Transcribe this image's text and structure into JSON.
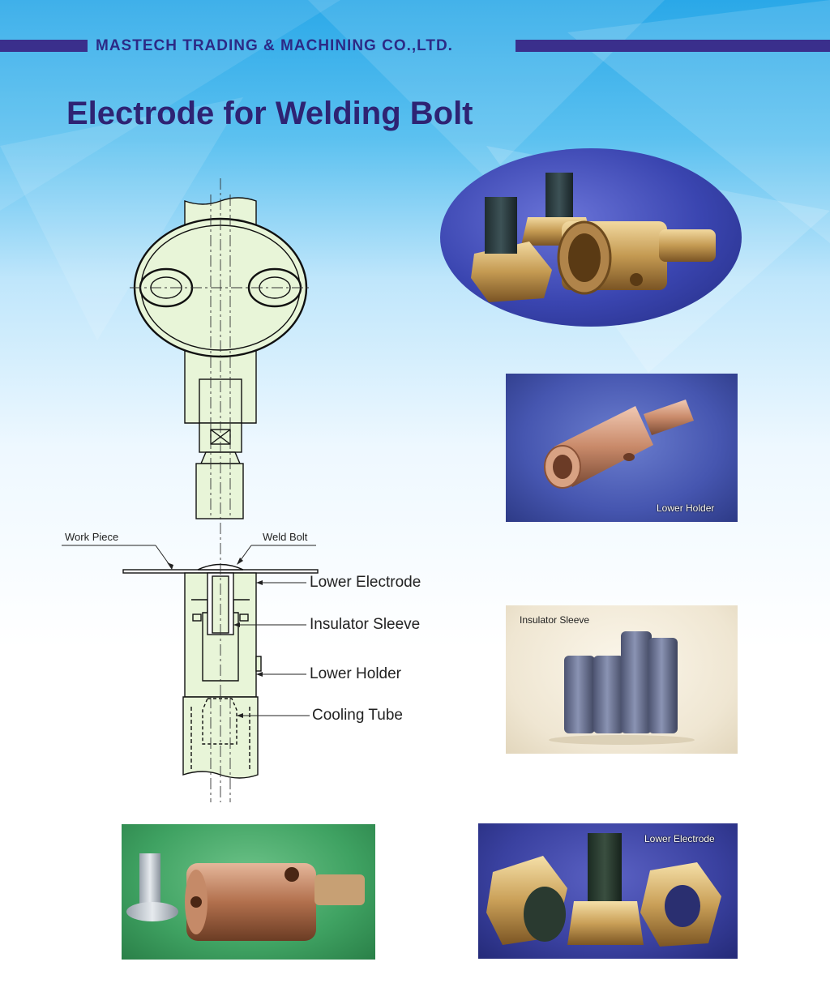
{
  "header": {
    "company": "MASTECH TRADING & MACHINING CO.,LTD.",
    "title": "Electrode for Welding Bolt"
  },
  "diagram": {
    "labels": {
      "work_piece": "Work Piece",
      "weld_bolt": "Weld Bolt",
      "lower_electrode": "Lower Electrode",
      "insulator_sleeve": "Insulator Sleeve",
      "lower_holder": "Lower Holder",
      "cooling_tube": "Cooling Tube"
    }
  },
  "photos": {
    "lower_holder_caption": "Lower Holder",
    "insulator_sleeve_caption": "Insulator Sleeve",
    "lower_electrode_caption": "Lower Electrode"
  },
  "colors": {
    "band": "#3a2f8c",
    "title": "#2e2373",
    "part_fill": "#e8f5d8"
  }
}
